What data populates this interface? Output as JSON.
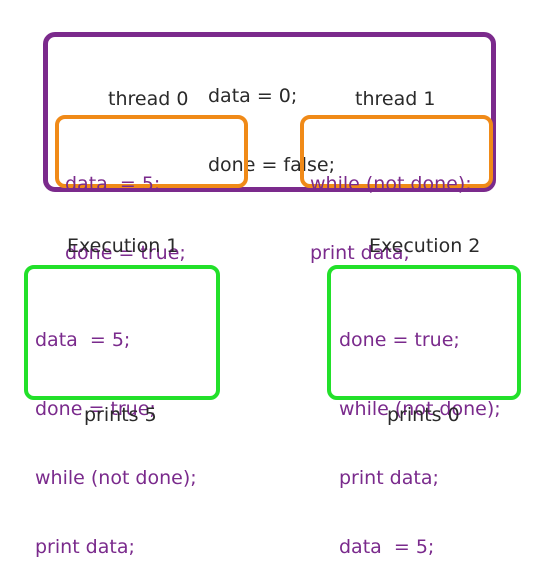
{
  "shared": {
    "lines": [
      "data = 0;",
      "done = false;"
    ]
  },
  "thread0": {
    "title": "thread 0",
    "lines": [
      "data  = 5;",
      "done = true;"
    ]
  },
  "thread1": {
    "title": "thread 1",
    "lines": [
      "while (not done);",
      "print data;"
    ]
  },
  "execution1": {
    "title": "Execution 1",
    "lines": [
      "data  = 5;",
      "done = true;",
      "while (not done);",
      "print data;"
    ],
    "result": "prints 5"
  },
  "execution2": {
    "title": "Execution 2",
    "lines": [
      "done = true;",
      "while (not done);",
      "print data;",
      "data  = 5;"
    ],
    "result": "prints 0"
  },
  "colors": {
    "outer_box": "#7b2a8c",
    "thread_box": "#f08a18",
    "execution_box": "#22e02a",
    "code_text": "#7a2a8c"
  }
}
